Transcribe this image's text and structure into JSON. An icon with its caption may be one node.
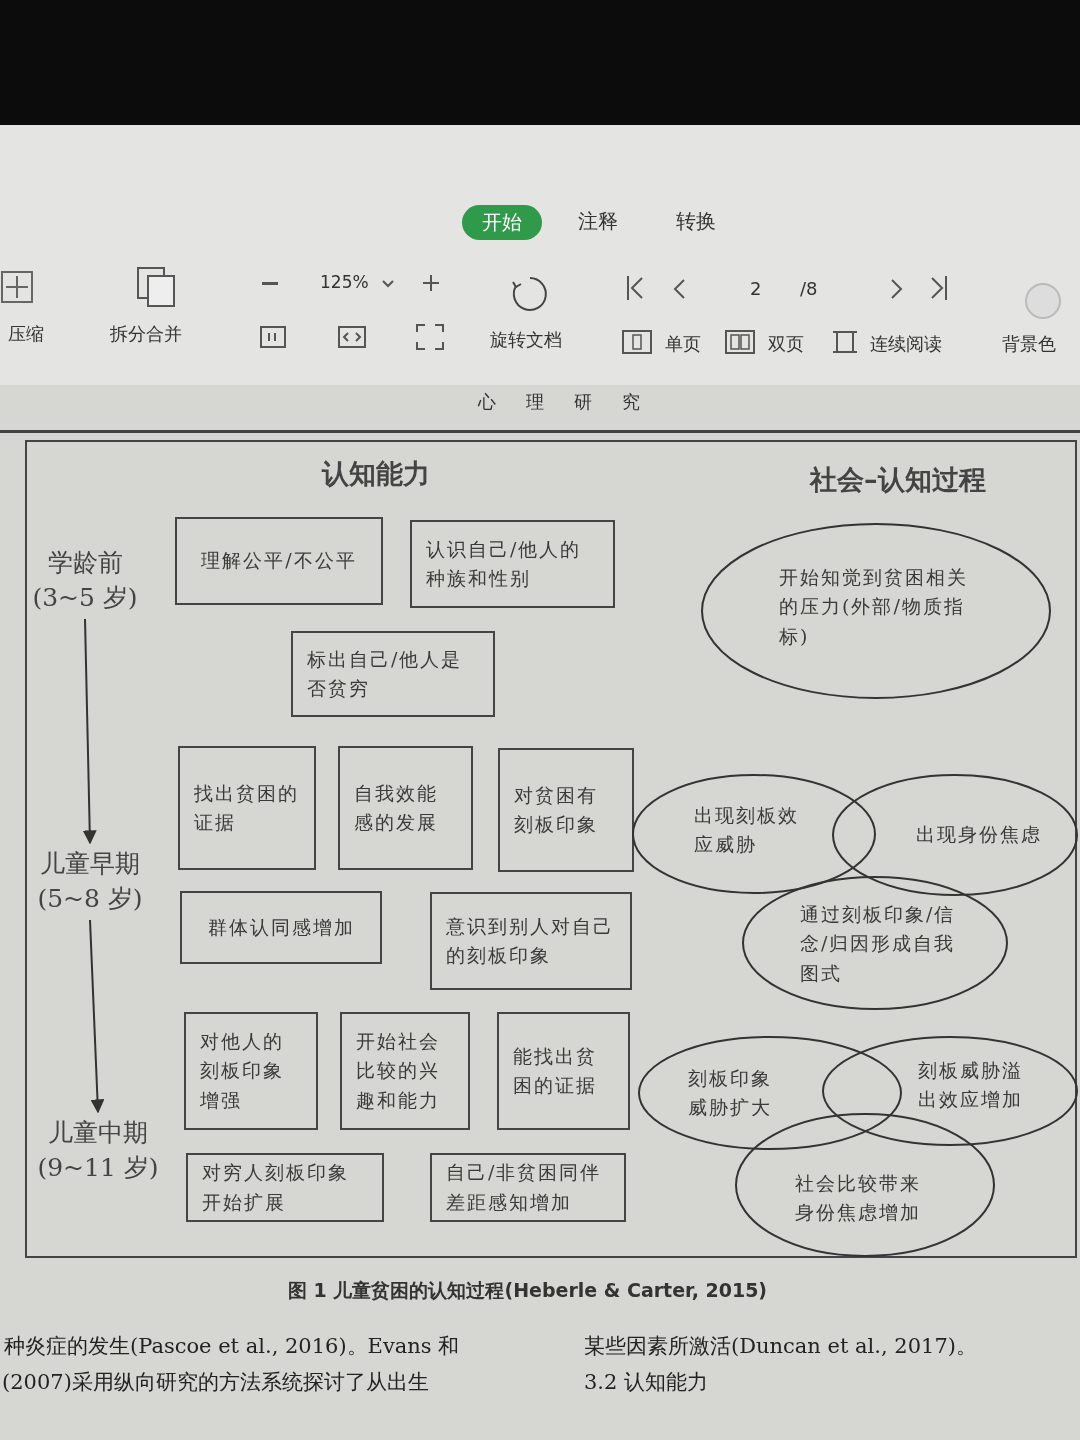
{
  "diagram": {
    "caption": "图 1 儿童贫困的认知过程(Heberle & Carter, 2015)",
    "nodes": [
      {
        "text": [
          "学龄前",
          "(3~5 岁)"
        ]
      },
      {
        "text": [
          "儿童早期",
          "(5~8 岁)"
        ]
      },
      {
        "text": [
          "儿童中期",
          "(9~11 岁)"
        ]
      },
      {
        "text": [
          "理解公平/不公平"
        ]
      },
      {
        "text": [
          "认识自己/他人的种族和性别"
        ]
      },
      {
        "text": [
          "标出自己/他人是否贫穷"
        ]
      },
      {
        "text": [
          "开始知觉到贫困相关的压力(外部/物质指标)"
        ]
      },
      {
        "text": [
          "找出贫困的证据"
        ]
      },
      {
        "text": [
          "自我效能感的发展"
        ]
      },
      {
        "text": [
          "对贫困有刻板印象"
        ]
      },
      {
        "text": [
          "出现刻板效应威胁"
        ]
      },
      {
        "text": [
          "出现身份焦虑"
        ]
      },
      {
        "text": [
          "群体认同感增加"
        ]
      },
      {
        "text": [
          "意识到别人对自己的刻板印象"
        ]
      },
      {
        "text": [
          "通过刻板印象/信念/归因形成自我图式"
        ]
      },
      {
        "text": [
          "对他人的刻板印象增强"
        ]
      },
      {
        "text": [
          "开始社会比较的兴趣和能力"
        ]
      },
      {
        "text": [
          "能找出贫困的证据"
        ]
      },
      {
        "text": [
          "刻板印象威胁扩大"
        ]
      },
      {
        "text": [
          "刻板威胁溢出效应增加"
        ]
      },
      {
        "text": [
          "对穷人刻板印象开始扩展"
        ]
      },
      {
        "text": [
          "自己/非贫困同伴差距感知增加"
        ]
      },
      {
        "text": [
          "社会比较带来身份焦虑增加"
        ]
      }
    ],
    "edges": [
      {
        "from": 0,
        "to": 1,
        "arrow": "to"
      },
      {
        "from": 1,
        "to": 2,
        "arrow": "to"
      }
    ],
    "labels": [
      "开始",
      "注释",
      "转换",
      "压缩",
      "拆分合并",
      "125%",
      "2",
      "/8",
      "旋转文档",
      "单页",
      "双页",
      "连续阅读",
      "背景色",
      "心理研究",
      "认知能力",
      "社会–认知过程",
      "种炎症的发生(Pascoe et al., 2016)。Evans 和",
      "(2007)采用纵向研究的方法系统探讨了从出生",
      "某些因素所激活(Duncan et al., 2017)。",
      "3.2 认知能力"
    ]
  }
}
